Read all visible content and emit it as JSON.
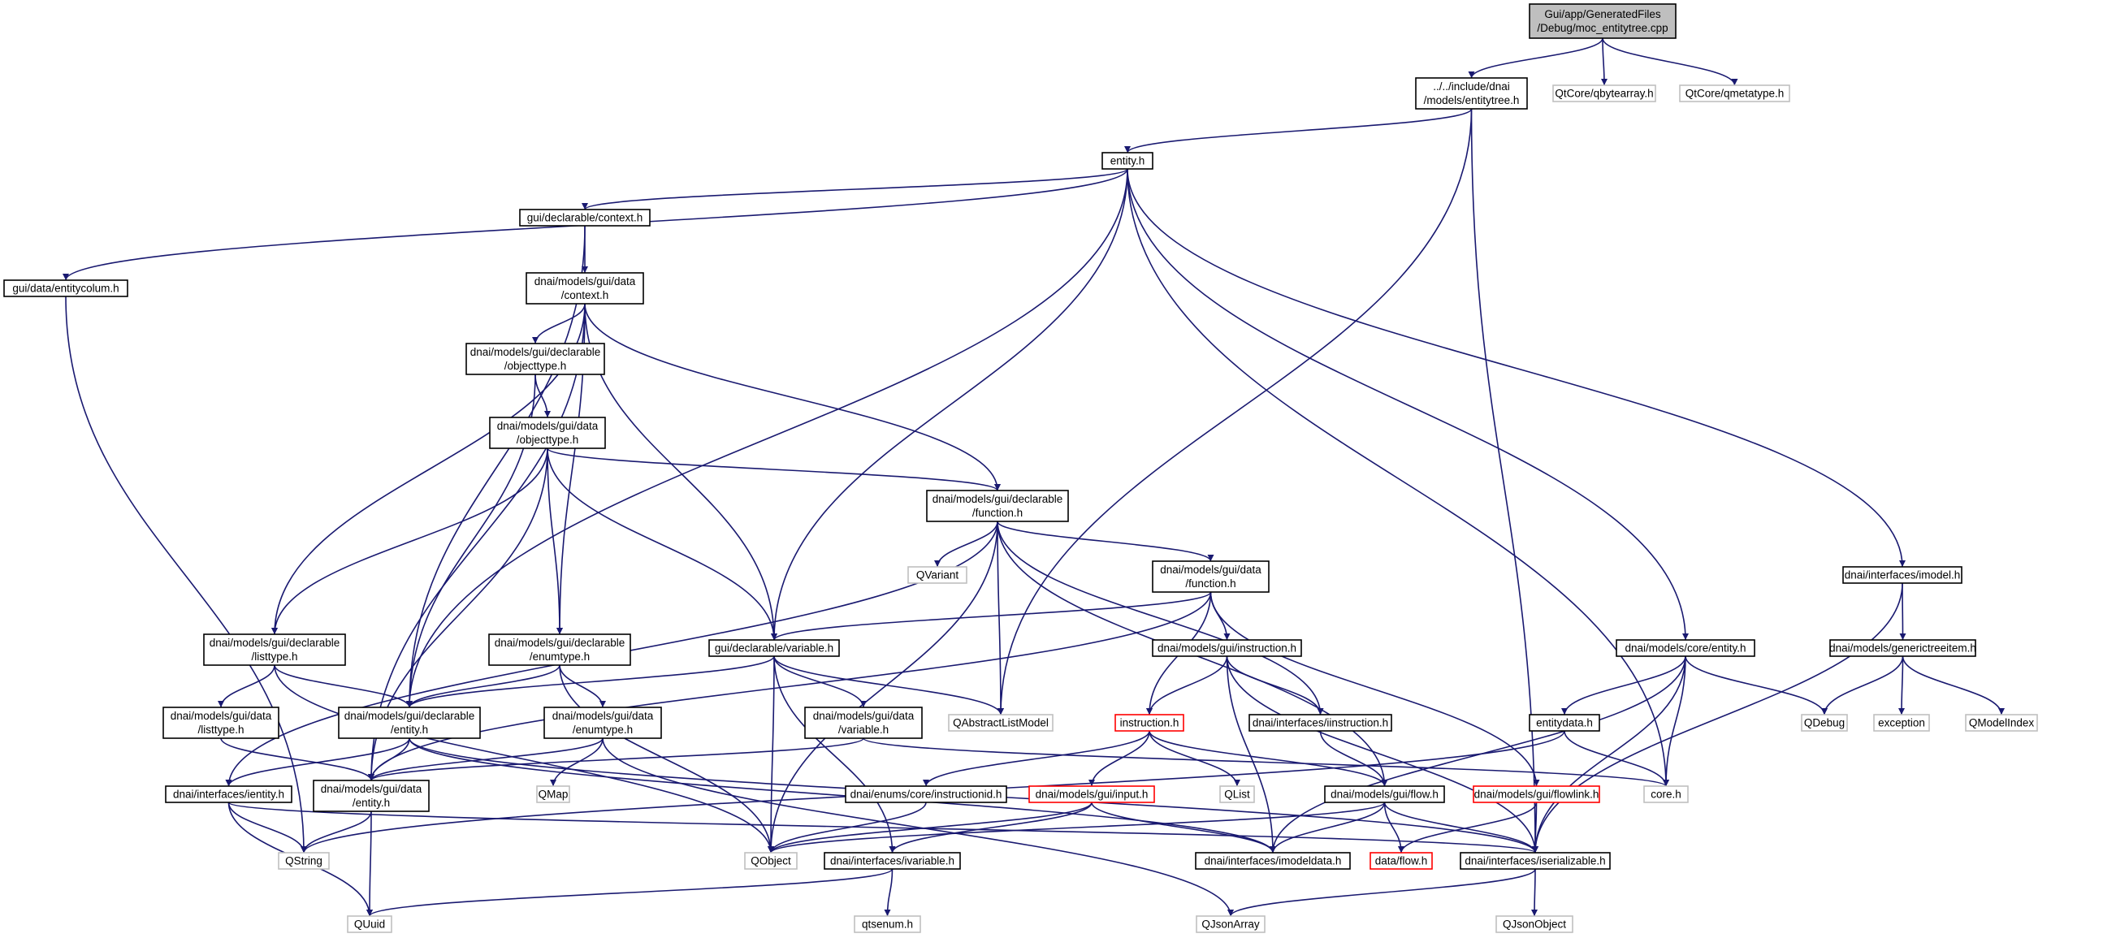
{
  "colors": {
    "edge": "#191970",
    "node_border": "#000000",
    "missing_border": "#c0c0c0",
    "missing_text": "#808080",
    "truncated_border": "#ff0000",
    "truncated_text": "#ff0000",
    "root_fill": "#bfbfbf",
    "node_fill": "#ffffff"
  },
  "nodes": [
    {
      "id": "moc",
      "lines": [
        "Gui/app/GeneratedFiles",
        "/Debug/moc_entitytree.cpp"
      ],
      "style": "root"
    },
    {
      "id": "entitytree",
      "lines": [
        "../../include/dnai",
        "/models/entitytree.h"
      ],
      "style": "normal"
    },
    {
      "id": "qbytearray",
      "lines": [
        "QtCore/qbytearray.h"
      ],
      "style": "missing"
    },
    {
      "id": "qmetatype",
      "lines": [
        "QtCore/qmetatype.h"
      ],
      "style": "missing"
    },
    {
      "id": "entity_h",
      "lines": [
        "entity.h"
      ],
      "style": "normal"
    },
    {
      "id": "entitycolum",
      "lines": [
        "gui/data/entitycolum.h"
      ],
      "style": "normal"
    },
    {
      "id": "decl_context",
      "lines": [
        "gui/declarable/context.h"
      ],
      "style": "normal"
    },
    {
      "id": "data_context",
      "lines": [
        "dnai/models/gui/data",
        "/context.h"
      ],
      "style": "normal"
    },
    {
      "id": "decl_objecttype",
      "lines": [
        "dnai/models/gui/declarable",
        "/objecttype.h"
      ],
      "style": "normal"
    },
    {
      "id": "data_objecttype",
      "lines": [
        "dnai/models/gui/data",
        "/objecttype.h"
      ],
      "style": "normal"
    },
    {
      "id": "decl_function",
      "lines": [
        "dnai/models/gui/declarable",
        "/function.h"
      ],
      "style": "normal"
    },
    {
      "id": "qvariant",
      "lines": [
        "QVariant"
      ],
      "style": "missing"
    },
    {
      "id": "data_function",
      "lines": [
        "dnai/models/gui/data",
        "/function.h"
      ],
      "style": "normal"
    },
    {
      "id": "imodel",
      "lines": [
        "dnai/interfaces/imodel.h"
      ],
      "style": "normal"
    },
    {
      "id": "decl_listtype",
      "lines": [
        "dnai/models/gui/declarable",
        "/listtype.h"
      ],
      "style": "normal"
    },
    {
      "id": "decl_enumtype",
      "lines": [
        "dnai/models/gui/declarable",
        "/enumtype.h"
      ],
      "style": "normal"
    },
    {
      "id": "gui_decl_variable",
      "lines": [
        "gui/declarable/variable.h"
      ],
      "style": "normal"
    },
    {
      "id": "gui_instruction",
      "lines": [
        "dnai/models/gui/instruction.h"
      ],
      "style": "normal"
    },
    {
      "id": "core_entity",
      "lines": [
        "dnai/models/core/entity.h"
      ],
      "style": "normal"
    },
    {
      "id": "generictreeitem",
      "lines": [
        "dnai/models/generictreeitem.h"
      ],
      "style": "normal"
    },
    {
      "id": "data_listtype",
      "lines": [
        "dnai/models/gui/data",
        "/listtype.h"
      ],
      "style": "normal"
    },
    {
      "id": "decl_entity",
      "lines": [
        "dnai/models/gui/declarable",
        "/entity.h"
      ],
      "style": "normal"
    },
    {
      "id": "data_enumtype",
      "lines": [
        "dnai/models/gui/data",
        "/enumtype.h"
      ],
      "style": "normal"
    },
    {
      "id": "data_variable",
      "lines": [
        "dnai/models/gui/data",
        "/variable.h"
      ],
      "style": "normal"
    },
    {
      "id": "qabstractlistmodel",
      "lines": [
        "QAbstractListModel"
      ],
      "style": "missing"
    },
    {
      "id": "instruction_h",
      "lines": [
        "instruction.h"
      ],
      "style": "truncated"
    },
    {
      "id": "iinstruction",
      "lines": [
        "dnai/interfaces/iinstruction.h"
      ],
      "style": "normal"
    },
    {
      "id": "entitydata",
      "lines": [
        "entitydata.h"
      ],
      "style": "normal"
    },
    {
      "id": "qdebug",
      "lines": [
        "QDebug"
      ],
      "style": "missing"
    },
    {
      "id": "exception",
      "lines": [
        "exception"
      ],
      "style": "missing"
    },
    {
      "id": "qmodelindex",
      "lines": [
        "QModelIndex"
      ],
      "style": "missing"
    },
    {
      "id": "ientity",
      "lines": [
        "dnai/interfaces/ientity.h"
      ],
      "style": "normal"
    },
    {
      "id": "data_entity",
      "lines": [
        "dnai/models/gui/data",
        "/entity.h"
      ],
      "style": "normal"
    },
    {
      "id": "qmap",
      "lines": [
        "QMap"
      ],
      "style": "missing"
    },
    {
      "id": "instructionid",
      "lines": [
        "dnai/enums/core/instructionid.h"
      ],
      "style": "normal"
    },
    {
      "id": "gui_input",
      "lines": [
        "dnai/models/gui/input.h"
      ],
      "style": "truncated"
    },
    {
      "id": "qlist",
      "lines": [
        "QList"
      ],
      "style": "missing"
    },
    {
      "id": "gui_flow",
      "lines": [
        "dnai/models/gui/flow.h"
      ],
      "style": "normal"
    },
    {
      "id": "flowlink",
      "lines": [
        "dnai/models/gui/flowlink.h"
      ],
      "style": "truncated"
    },
    {
      "id": "core_h",
      "lines": [
        "core.h"
      ],
      "style": "missing"
    },
    {
      "id": "qstring",
      "lines": [
        "QString"
      ],
      "style": "missing"
    },
    {
      "id": "qobject",
      "lines": [
        "QObject"
      ],
      "style": "missing"
    },
    {
      "id": "ivariable",
      "lines": [
        "dnai/interfaces/ivariable.h"
      ],
      "style": "normal"
    },
    {
      "id": "imodeldata",
      "lines": [
        "dnai/interfaces/imodeldata.h"
      ],
      "style": "normal"
    },
    {
      "id": "data_flow",
      "lines": [
        "data/flow.h"
      ],
      "style": "truncated"
    },
    {
      "id": "iserializable",
      "lines": [
        "dnai/interfaces/iserializable.h"
      ],
      "style": "normal"
    },
    {
      "id": "quuid",
      "lines": [
        "QUuid"
      ],
      "style": "missing"
    },
    {
      "id": "qtsenum",
      "lines": [
        "qtsenum.h"
      ],
      "style": "missing"
    },
    {
      "id": "qjsonarray",
      "lines": [
        "QJsonArray"
      ],
      "style": "missing"
    },
    {
      "id": "qjsonobject",
      "lines": [
        "QJsonObject"
      ],
      "style": "missing"
    }
  ],
  "edges": [
    [
      "moc",
      "entitytree"
    ],
    [
      "moc",
      "qbytearray"
    ],
    [
      "moc",
      "qmetatype"
    ],
    [
      "entitytree",
      "entity_h"
    ],
    [
      "entitytree",
      "qabstractlistmodel"
    ],
    [
      "entitytree",
      "iserializable"
    ],
    [
      "entity_h",
      "entitycolum"
    ],
    [
      "entity_h",
      "decl_context"
    ],
    [
      "entity_h",
      "decl_entity"
    ],
    [
      "entity_h",
      "gui_decl_variable"
    ],
    [
      "entity_h",
      "core_entity"
    ],
    [
      "entity_h",
      "imodel"
    ],
    [
      "entity_h",
      "core_h"
    ],
    [
      "entitycolum",
      "qstring"
    ],
    [
      "decl_context",
      "data_context"
    ],
    [
      "decl_context",
      "decl_entity"
    ],
    [
      "data_context",
      "decl_objecttype"
    ],
    [
      "data_context",
      "decl_function"
    ],
    [
      "data_context",
      "decl_listtype"
    ],
    [
      "data_context",
      "decl_enumtype"
    ],
    [
      "data_context",
      "gui_decl_variable"
    ],
    [
      "data_context",
      "data_entity"
    ],
    [
      "decl_objecttype",
      "data_objecttype"
    ],
    [
      "decl_objecttype",
      "decl_entity"
    ],
    [
      "data_objecttype",
      "decl_function"
    ],
    [
      "data_objecttype",
      "decl_listtype"
    ],
    [
      "data_objecttype",
      "decl_enumtype"
    ],
    [
      "data_objecttype",
      "gui_decl_variable"
    ],
    [
      "data_objecttype",
      "data_entity"
    ],
    [
      "decl_function",
      "qvariant"
    ],
    [
      "decl_function",
      "data_function"
    ],
    [
      "decl_function",
      "qabstractlistmodel"
    ],
    [
      "decl_function",
      "iinstruction"
    ],
    [
      "decl_function",
      "gui_flow"
    ],
    [
      "decl_function",
      "qobject"
    ],
    [
      "decl_function",
      "ientity"
    ],
    [
      "data_function",
      "gui_decl_variable"
    ],
    [
      "data_function",
      "gui_instruction"
    ],
    [
      "data_function",
      "instruction_h"
    ],
    [
      "data_function",
      "flowlink"
    ],
    [
      "data_function",
      "data_entity"
    ],
    [
      "imodel",
      "generictreeitem"
    ],
    [
      "imodel",
      "iserializable"
    ],
    [
      "decl_listtype",
      "data_listtype"
    ],
    [
      "decl_listtype",
      "decl_entity"
    ],
    [
      "decl_listtype",
      "qobject"
    ],
    [
      "decl_enumtype",
      "data_enumtype"
    ],
    [
      "decl_enumtype",
      "decl_entity"
    ],
    [
      "decl_enumtype",
      "qobject"
    ],
    [
      "gui_decl_variable",
      "data_variable"
    ],
    [
      "gui_decl_variable",
      "decl_entity"
    ],
    [
      "gui_decl_variable",
      "qabstractlistmodel"
    ],
    [
      "gui_decl_variable",
      "qobject"
    ],
    [
      "gui_decl_variable",
      "ivariable"
    ],
    [
      "gui_instruction",
      "instruction_h"
    ],
    [
      "gui_instruction",
      "iinstruction"
    ],
    [
      "gui_instruction",
      "iserializable"
    ],
    [
      "gui_instruction",
      "imodeldata"
    ],
    [
      "core_entity",
      "entitydata"
    ],
    [
      "core_entity",
      "qdebug"
    ],
    [
      "core_entity",
      "core_h"
    ],
    [
      "core_entity",
      "iserializable"
    ],
    [
      "core_entity",
      "imodeldata"
    ],
    [
      "generictreeitem",
      "qdebug"
    ],
    [
      "generictreeitem",
      "exception"
    ],
    [
      "generictreeitem",
      "qmodelindex"
    ],
    [
      "data_listtype",
      "data_entity"
    ],
    [
      "decl_entity",
      "data_entity"
    ],
    [
      "decl_entity",
      "ientity"
    ],
    [
      "decl_entity",
      "imodeldata"
    ],
    [
      "decl_entity",
      "iserializable"
    ],
    [
      "data_enumtype",
      "qmap"
    ],
    [
      "data_enumtype",
      "data_entity"
    ],
    [
      "data_enumtype",
      "qjsonarray"
    ],
    [
      "data_variable",
      "data_entity"
    ],
    [
      "data_variable",
      "core_h"
    ],
    [
      "instruction_h",
      "instructionid"
    ],
    [
      "instruction_h",
      "gui_input"
    ],
    [
      "instruction_h",
      "qlist"
    ],
    [
      "instruction_h",
      "gui_flow"
    ],
    [
      "iinstruction",
      "gui_flow"
    ],
    [
      "entitydata",
      "qstring"
    ],
    [
      "entitydata",
      "core_h"
    ],
    [
      "ientity",
      "qstring"
    ],
    [
      "ientity",
      "quuid"
    ],
    [
      "ientity",
      "iserializable"
    ],
    [
      "data_entity",
      "qstring"
    ],
    [
      "data_entity",
      "quuid"
    ],
    [
      "instructionid",
      "qobject"
    ],
    [
      "gui_input",
      "qobject"
    ],
    [
      "gui_input",
      "imodeldata"
    ],
    [
      "gui_input",
      "ivariable"
    ],
    [
      "gui_flow",
      "qobject"
    ],
    [
      "gui_flow",
      "imodeldata"
    ],
    [
      "gui_flow",
      "data_flow"
    ],
    [
      "gui_flow",
      "iserializable"
    ],
    [
      "flowlink",
      "data_flow"
    ],
    [
      "flowlink",
      "iserializable"
    ],
    [
      "ivariable",
      "qtsenum"
    ],
    [
      "ivariable",
      "quuid"
    ],
    [
      "iserializable",
      "qjsonarray"
    ],
    [
      "iserializable",
      "qjsonobject"
    ]
  ]
}
